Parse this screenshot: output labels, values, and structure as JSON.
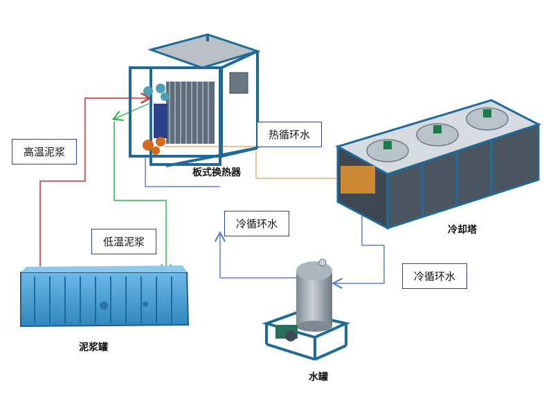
{
  "labels": {
    "high_temp_mud": "高温泥浆",
    "low_temp_mud": "低温泥浆",
    "hot_circ_water": "热循环水",
    "cold_circ_water_1": "冷循环水",
    "cold_circ_water_2": "冷循环水"
  },
  "captions": {
    "plate_heat_exchanger": "板式换热器",
    "cooling_tower": "冷却塔",
    "mud_tank": "泥浆罐",
    "water_tank": "水罐"
  },
  "colors": {
    "high_temp_line": "#d42a2a",
    "low_temp_line": "#2fb84a",
    "hot_water_line": "#f0a868",
    "cold_water_line": "#5b7fd6",
    "frame_blue": "#1e6a9a",
    "tank_blue": "#4aa3d8"
  }
}
